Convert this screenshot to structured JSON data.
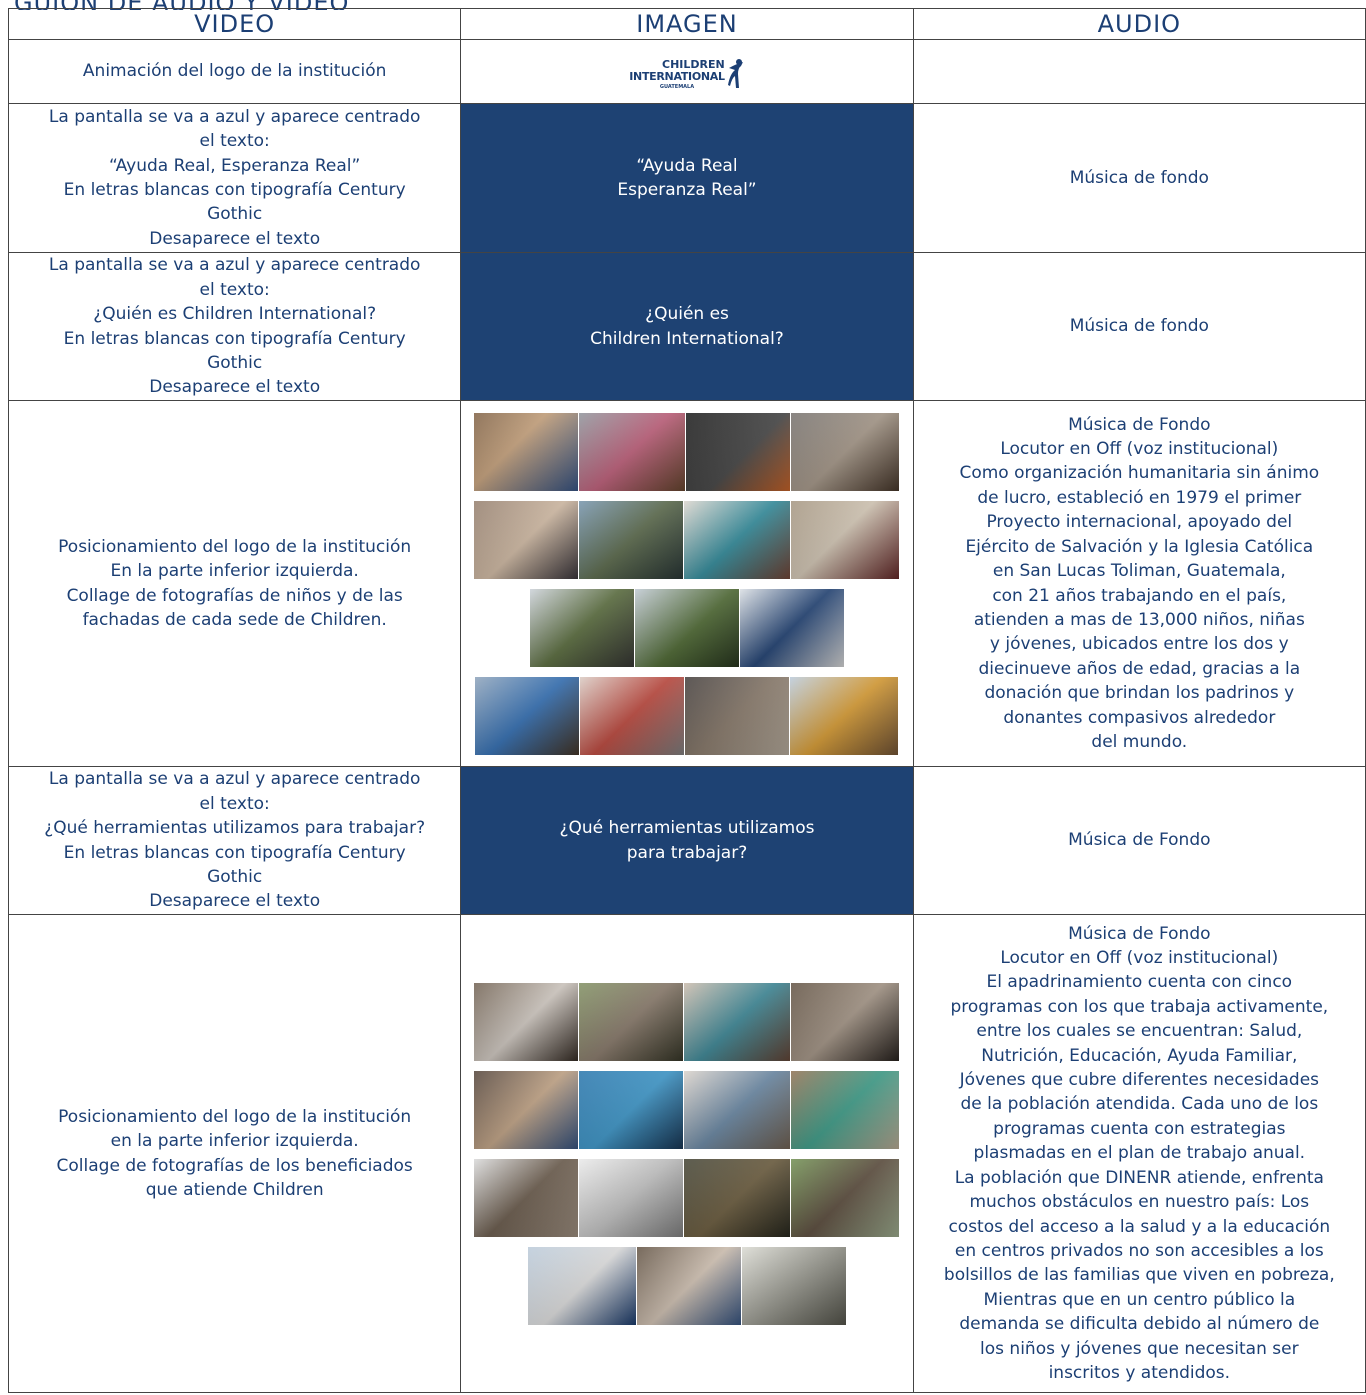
{
  "page": {
    "title": "GUION DE AUDIO Y VIDEO",
    "headers": {
      "video": "VIDEO",
      "imagen": "IMAGEN",
      "audio": "AUDIO"
    }
  },
  "logo": {
    "line1": "CHILDREN",
    "line2": "INTERNATIONAL",
    "line3": "GUATEMALA"
  },
  "rows": [
    {
      "video": [
        "Animación del logo de la institución"
      ],
      "imagen": [],
      "audio": []
    },
    {
      "video": [
        "La pantalla se va a azul y aparece centrado",
        "el texto:",
        "“Ayuda Real, Esperanza Real”",
        "En letras blancas con tipografía Century",
        "Gothic",
        "Desaparece el texto"
      ],
      "imagen": [
        "“Ayuda Real",
        "Esperanza Real”"
      ],
      "audio": [
        "Música de fondo"
      ]
    },
    {
      "video": [
        "La pantalla se va a azul y aparece centrado",
        "el texto:",
        "¿Quién es Children International?",
        "En letras blancas con tipografía Century",
        "Gothic",
        "Desaparece el texto"
      ],
      "imagen": [
        "¿Quién es",
        "Children International?"
      ],
      "audio": [
        "Música de fondo"
      ]
    },
    {
      "video": [
        "Posicionamiento del logo de la institución",
        "En la parte inferior izquierda.",
        "Collage de fotografías de niños y de las",
        "fachadas de cada sede de Children."
      ],
      "imagen": [],
      "audio": [
        "Música de Fondo",
        "Locutor en Off (voz institucional)",
        "Como organización humanitaria sin ánimo",
        "de lucro, estableció en 1979 el primer",
        "Proyecto internacional, apoyado del",
        "Ejército de Salvación y la Iglesia Católica",
        "en San Lucas Toliman, Guatemala,",
        "con 21 años trabajando en el país,",
        "atienden a mas de 13,000 niños, niñas",
        "y jóvenes, ubicados entre los dos y",
        "diecinueve años de edad, gracias a la",
        "donación que brindan los padrinos y",
        "donantes compasivos alrededor",
        "del mundo."
      ]
    },
    {
      "video": [
        "La pantalla se va a azul y aparece centrado",
        "el texto:",
        "¿Qué herramientas utilizamos para trabajar?",
        "En letras blancas con tipografía Century",
        "Gothic",
        "Desaparece el texto"
      ],
      "imagen": [
        "¿Qué herramientas utilizamos",
        "para trabajar?"
      ],
      "audio": [
        "Música de Fondo"
      ]
    },
    {
      "video": [
        "Posicionamiento del logo de la institución",
        "en la parte inferior izquierda.",
        "Collage de fotografías de los beneficiados",
        "que atiende Children"
      ],
      "imagen": [],
      "audio": [
        "Música de Fondo",
        "Locutor en Off (voz institucional)",
        "El apadrinamiento cuenta con cinco",
        "programas con los que trabaja activamente,",
        "entre los cuales se encuentran: Salud,",
        "Nutrición, Educación, Ayuda Familiar,",
        "Jóvenes que cubre diferentes necesidades",
        "de la población atendida.  Cada uno de los",
        "programas cuenta con estrategias",
        "plasmadas en el plan de trabajo anual.",
        "La población que DINENR atiende, enfrenta",
        "muchos obstáculos en nuestro país: Los",
        "costos del acceso a la salud y a la educación",
        "en centros privados no son accesibles a los",
        "bolsillos de las familias que viven en pobreza,",
        "Mientras que en un centro público la",
        "demanda se dificulta debido al número de",
        "los niños y jóvenes que necesitan ser",
        "inscritos y atendidos."
      ]
    }
  ]
}
